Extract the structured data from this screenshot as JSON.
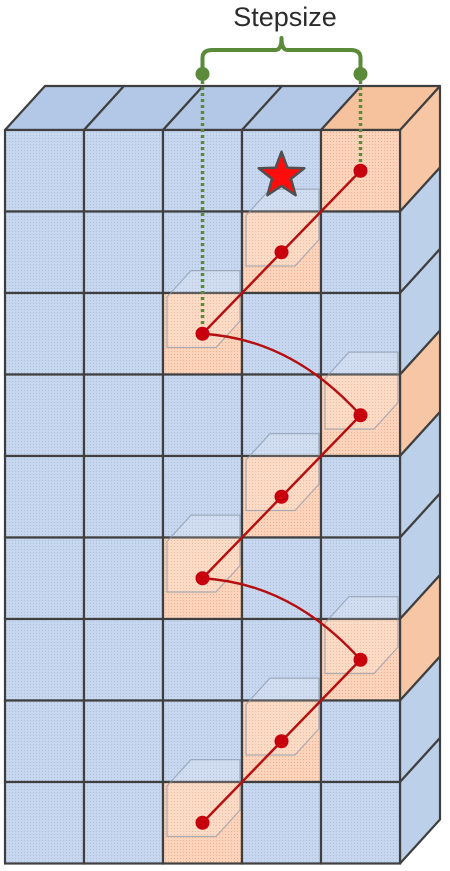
{
  "title": "Stepsize",
  "colors": {
    "cell_blue": "#c5d6ee",
    "cell_blue_top": "#b3c8e6",
    "cell_blue_side": "#bcd0ea",
    "cell_orange": "#fbd2b6",
    "cell_orange_top": "#f6c29e",
    "cell_orange_side": "#f7c6a4",
    "grid_line": "#3f3f3f",
    "path_red": "#b50f0f",
    "node_red": "#c8000e",
    "star_fill": "#ff0d0d",
    "star_stroke": "#505050",
    "bracket_green": "#5a8a3a"
  },
  "grid": {
    "cols": 5,
    "rows": 9
  },
  "highlighted_cells": [
    {
      "col": 4,
      "row": 0
    },
    {
      "col": 3,
      "row": 1
    },
    {
      "col": 2,
      "row": 2
    },
    {
      "col": 4,
      "row": 3
    },
    {
      "col": 3,
      "row": 4
    },
    {
      "col": 2,
      "row": 5
    },
    {
      "col": 4,
      "row": 6
    },
    {
      "col": 3,
      "row": 7
    },
    {
      "col": 2,
      "row": 8
    }
  ],
  "star_cell": {
    "col": 3,
    "row": 0
  },
  "path_nodes": [
    {
      "col": 4,
      "row": 0
    },
    {
      "col": 3,
      "row": 1
    },
    {
      "col": 2,
      "row": 2
    },
    {
      "col": 4,
      "row": 3
    },
    {
      "col": 3,
      "row": 4
    },
    {
      "col": 2,
      "row": 5
    },
    {
      "col": 4,
      "row": 6
    },
    {
      "col": 3,
      "row": 7
    },
    {
      "col": 2,
      "row": 8
    }
  ],
  "icons": {
    "star": "star-icon"
  }
}
